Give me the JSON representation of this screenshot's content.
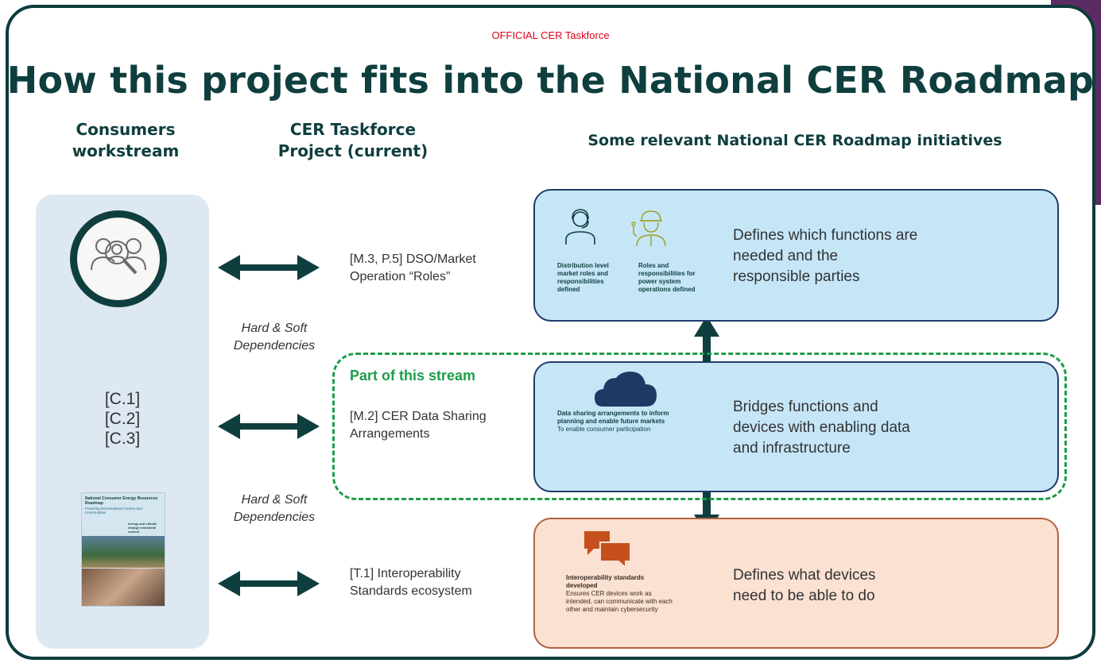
{
  "header": {
    "classification": "OFFICIAL CER Taskforce",
    "title": "How this project fits into the National CER Roadmap"
  },
  "columns": {
    "consumers_line1": "Consumers",
    "consumers_line2": "workstream",
    "project_line1": "CER Taskforce",
    "project_line2": "Project (current)",
    "initiatives": "Some relevant National CER Roadmap initiatives"
  },
  "consumers": {
    "codes": [
      "[C.1]",
      "[C.2]",
      "[C.3]"
    ],
    "report": {
      "title": "National Consumer Energy Resources Roadmap",
      "subtitle": "Powering Decentralised Homes and Communities",
      "brand": "energy and climate change ministerial council"
    }
  },
  "dependencies": {
    "upper_line1": "Hard & Soft",
    "upper_line2": "Dependencies",
    "lower_line1": "Hard & Soft",
    "lower_line2": "Dependencies"
  },
  "projects": [
    {
      "line1": "[M.3, P.5] DSO/Market",
      "line2": "Operation “Roles”"
    },
    {
      "line1": "[M.2] CER Data Sharing",
      "line2": "Arrangements"
    },
    {
      "line1": "[T.1] Interoperability",
      "line2": "Standards ecosystem"
    }
  ],
  "stream_label": "Part of this stream",
  "initiatives": [
    {
      "captions": [
        {
          "text": "Distribution level market roles and responsibilities defined"
        },
        {
          "text": "Roles and responsibilities for power system operations defined"
        }
      ],
      "desc_lines": [
        "Defines which functions are",
        "needed and the",
        "responsible parties"
      ]
    },
    {
      "caption_bold": "Data sharing arrangements to inform planning and enable future markets",
      "caption_normal": "To enable consumer participation",
      "desc_lines": [
        "Bridges functions and",
        "devices with enabling data",
        "and infrastructure"
      ]
    },
    {
      "caption_bold": "Interoperability standards developed",
      "caption_normal": "Ensures CER devices work as intended, can communicate with each other and maintain cybersecurity",
      "desc_lines": [
        "Defines what devices",
        "need to be able to do"
      ]
    }
  ],
  "colors": {
    "dark_teal": "#0f3e3e",
    "red": "#e0001b",
    "green": "#1d9d4a",
    "blue_box": "#c6e6f8",
    "orange_box": "#fbe1d2",
    "cloud": "#1f3864",
    "speech": "#c5501d"
  },
  "icons": [
    "consumer-search-icon",
    "headset-person-icon",
    "engineer-icon",
    "cloud-icon",
    "speech-bubbles-icon"
  ]
}
